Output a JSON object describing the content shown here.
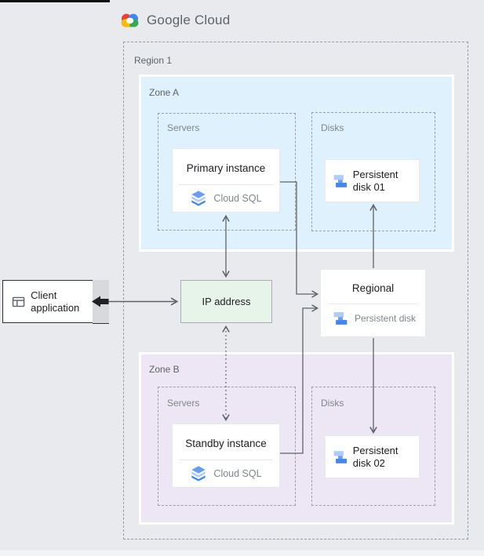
{
  "logo": {
    "text": "Google Cloud"
  },
  "region": {
    "label": "Region 1"
  },
  "zone_a": {
    "label": "Zone A",
    "servers_label": "Servers",
    "disks_label": "Disks"
  },
  "zone_b": {
    "label": "Zone B",
    "servers_label": "Servers",
    "disks_label": "Disks"
  },
  "client": {
    "label": "Client application"
  },
  "ip": {
    "label": "IP address"
  },
  "primary": {
    "title": "Primary instance",
    "product": "Cloud SQL"
  },
  "standby": {
    "title": "Standby instance",
    "product": "Cloud SQL"
  },
  "regional_disk": {
    "title": "Regional",
    "subtitle": "Persistent disk"
  },
  "disk01": {
    "label": "Persistent disk 01"
  },
  "disk02": {
    "label": "Persistent disk 02"
  },
  "icons": {
    "google-cloud": "multicolor-cloud",
    "cloud-sql": "stacked-blue-layers",
    "persistent-disk": "stepped-blue-blocks",
    "client-application": "app-window-outline"
  },
  "colors": {
    "background": "#e8eaed",
    "zone_a_fill": "#def1fc",
    "zone_b_fill": "#ece6f5",
    "ip_fill": "#e6f4ea",
    "card_fill": "#ffffff",
    "connector": "#5f6368",
    "dashed_border": "#9aa0a6",
    "logo_red": "#ea4335",
    "logo_yellow": "#fbbc04",
    "logo_green": "#34a853",
    "logo_blue": "#4285f4",
    "disk_icon_light": "#aecbfa",
    "disk_icon_mid": "#669df6",
    "disk_icon_dark": "#4285f4"
  }
}
